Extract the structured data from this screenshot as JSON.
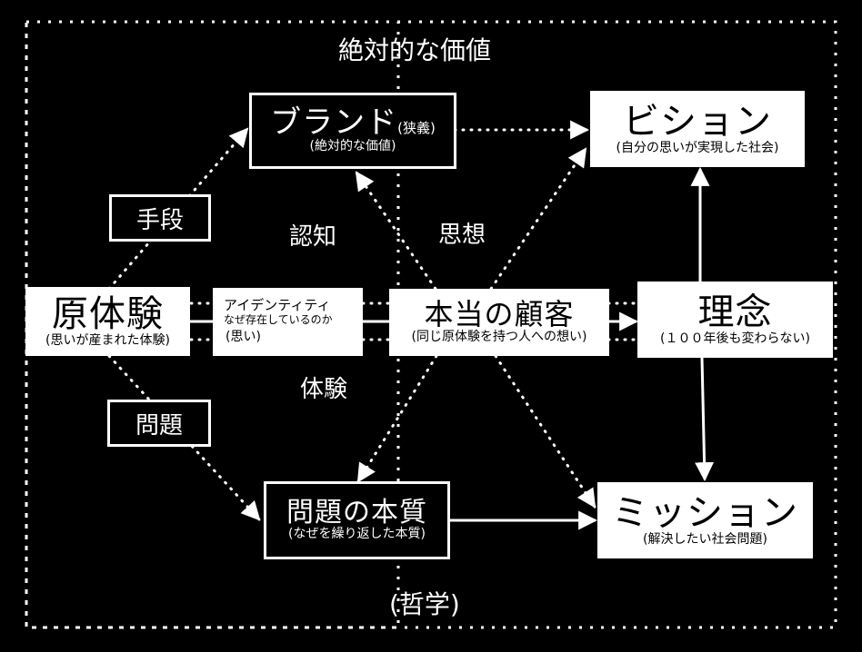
{
  "colors": {
    "background": "#000000",
    "foreground": "#ffffff",
    "box_fill": "#ffffff",
    "box_text": "#000000"
  },
  "frame": {
    "top_label": "絶対的な価値",
    "bottom_label": "(哲学)"
  },
  "nodes": {
    "brand": {
      "title": "ブランド",
      "suffix": "(狭義)",
      "subtitle": "(絶対的な価値)"
    },
    "vision": {
      "title": "ビション",
      "subtitle": "(自分の思いが実現した社会)"
    },
    "origin": {
      "title": "原体験",
      "subtitle": "(思いが産まれた体験)"
    },
    "identity": {
      "line1": "アイデンティティ",
      "line2": "なぜ存在しているのか",
      "line3": "(思い)"
    },
    "customer": {
      "title": "本当の顧客",
      "subtitle": "(同じ原体験を持つ人への想い)"
    },
    "philosophy": {
      "title": "理念",
      "subtitle": "(１００年後も変わらない)"
    },
    "problem_essence": {
      "title": "問題の本質",
      "subtitle": "(なぜを繰り返した本質)"
    },
    "mission": {
      "title": "ミッション",
      "subtitle": "(解決したい社会問題)"
    }
  },
  "edge_labels": {
    "means": "手段",
    "problem": "問題",
    "recognition": "認知",
    "thought": "思想",
    "experience": "体験"
  },
  "edges": [
    {
      "from": "origin",
      "to": "brand",
      "style": "dotted",
      "label": "means"
    },
    {
      "from": "origin",
      "to": "problem_essence",
      "style": "dotted",
      "label": "problem"
    },
    {
      "from": "brand",
      "to": "vision",
      "style": "dotted"
    },
    {
      "from": "customer",
      "to": "brand",
      "style": "dotted",
      "label": "recognition"
    },
    {
      "from": "customer",
      "to": "vision",
      "style": "dotted",
      "label": "thought"
    },
    {
      "from": "customer",
      "to": "problem_essence",
      "style": "dotted",
      "label": "experience"
    },
    {
      "from": "customer",
      "to": "mission",
      "style": "dotted"
    },
    {
      "from": "origin",
      "to": "identity",
      "style": "solid"
    },
    {
      "from": "identity",
      "to": "customer",
      "style": "solid"
    },
    {
      "from": "customer",
      "to": "philosophy",
      "style": "solid"
    },
    {
      "from": "philosophy",
      "to": "vision",
      "style": "solid"
    },
    {
      "from": "philosophy",
      "to": "mission",
      "style": "solid"
    },
    {
      "from": "problem_essence",
      "to": "mission",
      "style": "solid"
    }
  ]
}
